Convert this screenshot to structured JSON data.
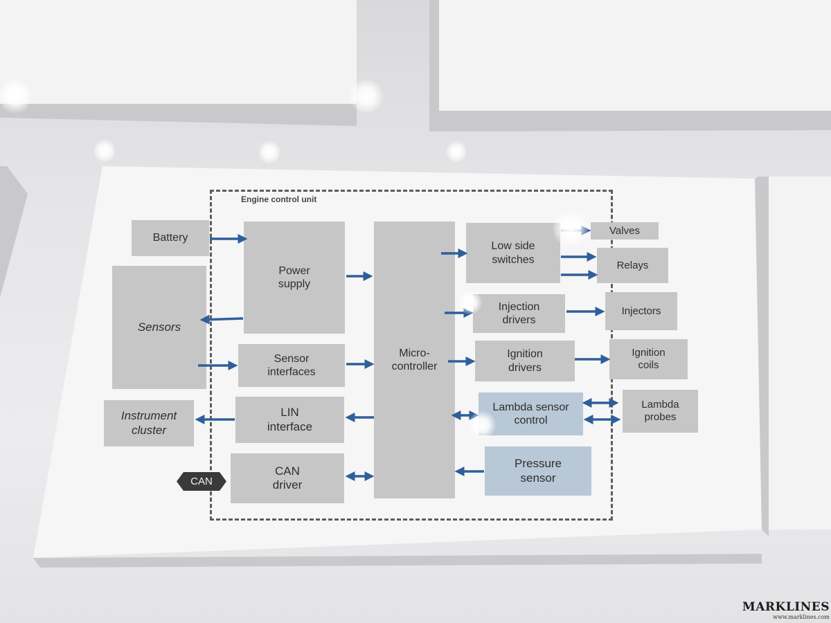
{
  "diagram": {
    "ecu_label": "Engine control unit",
    "battery": "Battery",
    "sensors": "Sensors",
    "instrument_cluster": "Instrument\ncluster",
    "power_supply": "Power\nsupply",
    "sensor_interfaces": "Sensor\ninterfaces",
    "lin_interface": "LIN\ninterface",
    "can_driver": "CAN\ndriver",
    "microcontroller": "Micro-\ncontroller",
    "low_side_switches": "Low side\nswitches",
    "injection_drivers": "Injection\ndrivers",
    "ignition_drivers": "Ignition\ndrivers",
    "lambda_sensor_control": "Lambda sensor\ncontrol",
    "pressure_sensor": "Pressure\nsensor",
    "valves": "Valves",
    "relays": "Relays",
    "injectors": "Injectors",
    "ignition_coils": "Ignition\ncoils",
    "lambda_probes": "Lambda\nprobes",
    "can_tag": "CAN"
  },
  "colors": {
    "box_gray": "#c6c6c6",
    "box_blue": "#b8c8d6",
    "arrow": "#2f5f9a",
    "dashed_border": "#5c5c5c"
  },
  "watermark": {
    "brand": "MARKLINES",
    "url": "www.marklines.com"
  }
}
